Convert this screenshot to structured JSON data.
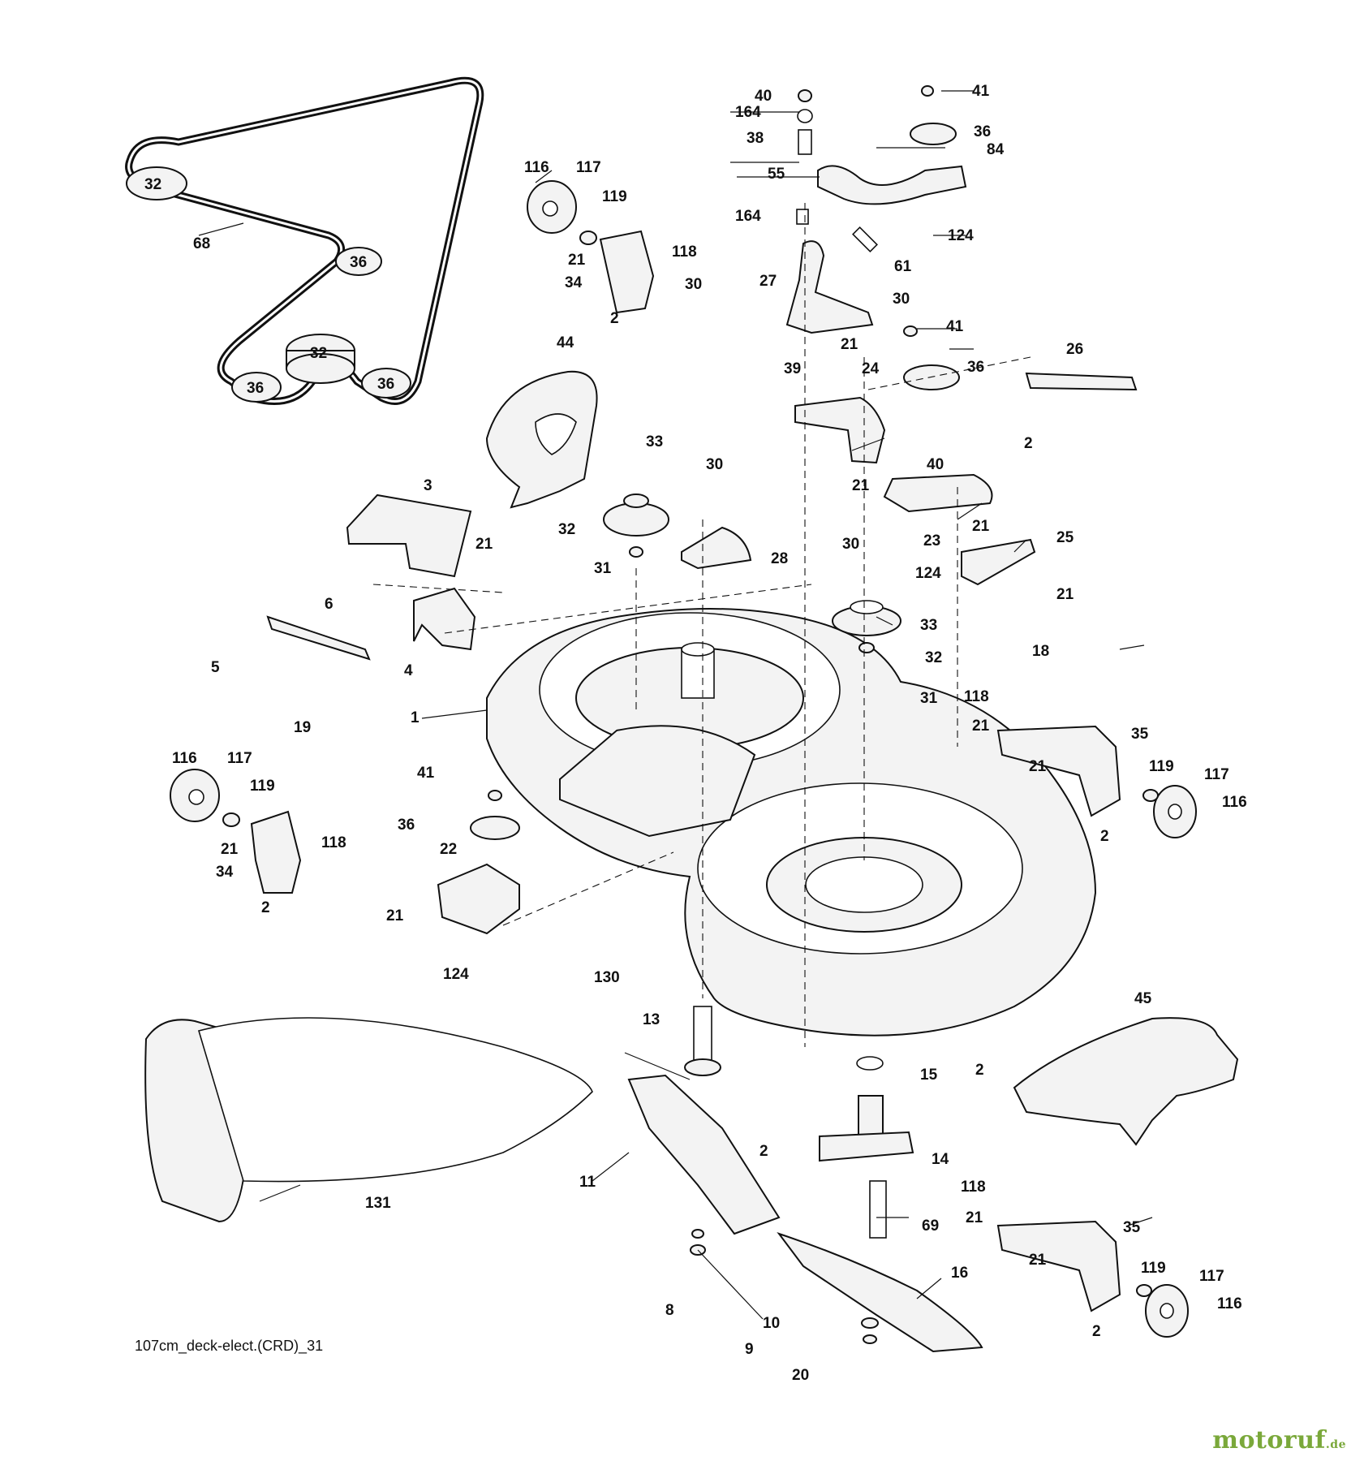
{
  "diagram": {
    "footer_code": "107cm_deck-elect.(CRD)_31",
    "watermark": {
      "name": "motoruf",
      "tld": ".de",
      "color": "#7aa83a"
    },
    "belt_pulley_labels": [
      "32",
      "36",
      "32",
      "36",
      "36"
    ],
    "callouts": {
      "c40a": "40",
      "c41a": "41",
      "c164a": "164",
      "c36a": "36",
      "c38": "38",
      "c84": "84",
      "c55": "55",
      "c164b": "164",
      "c124a": "124",
      "c61": "61",
      "c68": "68",
      "c116a": "116",
      "c117a": "117",
      "c119a": "119",
      "c21a": "21",
      "c118a": "118",
      "c34a": "34",
      "c2a": "2",
      "c30a": "30",
      "c27": "27",
      "c30b": "30",
      "c41b": "41",
      "c39": "39",
      "c21b": "21",
      "c36b": "36",
      "c44": "44",
      "c24": "24",
      "c26": "26",
      "c2b": "2",
      "c40b": "40",
      "c21c": "21",
      "c33a": "33",
      "c30c": "30",
      "c3": "3",
      "c32a": "32",
      "c28": "28",
      "c31a": "31",
      "c23": "23",
      "c21d": "21",
      "c25": "25",
      "c21e": "21",
      "c30d": "30",
      "c124b": "124",
      "c21f": "21",
      "c6": "6",
      "c5": "5",
      "c4": "4",
      "c33b": "33",
      "c32b": "32",
      "c18": "18",
      "c19": "19",
      "c1": "1",
      "c31b": "31",
      "c118b": "118",
      "c21g": "21",
      "c35a": "35",
      "c21h": "21",
      "c119b": "119",
      "c117b": "117",
      "c116b": "116",
      "c2c": "2",
      "c116c": "116",
      "c117c": "117",
      "c119c": "119",
      "c41c": "41",
      "c36c": "36",
      "c21i": "21",
      "c118c": "118",
      "c34b": "34",
      "c2d": "2",
      "c22": "22",
      "c21j": "21",
      "c124c": "124",
      "c130": "130",
      "c45": "45",
      "c13": "13",
      "c15": "15",
      "c2e": "2",
      "c2f": "2",
      "c14": "14",
      "c11": "11",
      "c131": "131",
      "c118d": "118",
      "c21k": "21",
      "c35b": "35",
      "c69": "69",
      "c21l": "21",
      "c16": "16",
      "c119d": "119",
      "c117d": "117",
      "c116d": "116",
      "c8": "8",
      "c10": "10",
      "c2g": "2",
      "c9": "9",
      "c20": "20"
    }
  }
}
